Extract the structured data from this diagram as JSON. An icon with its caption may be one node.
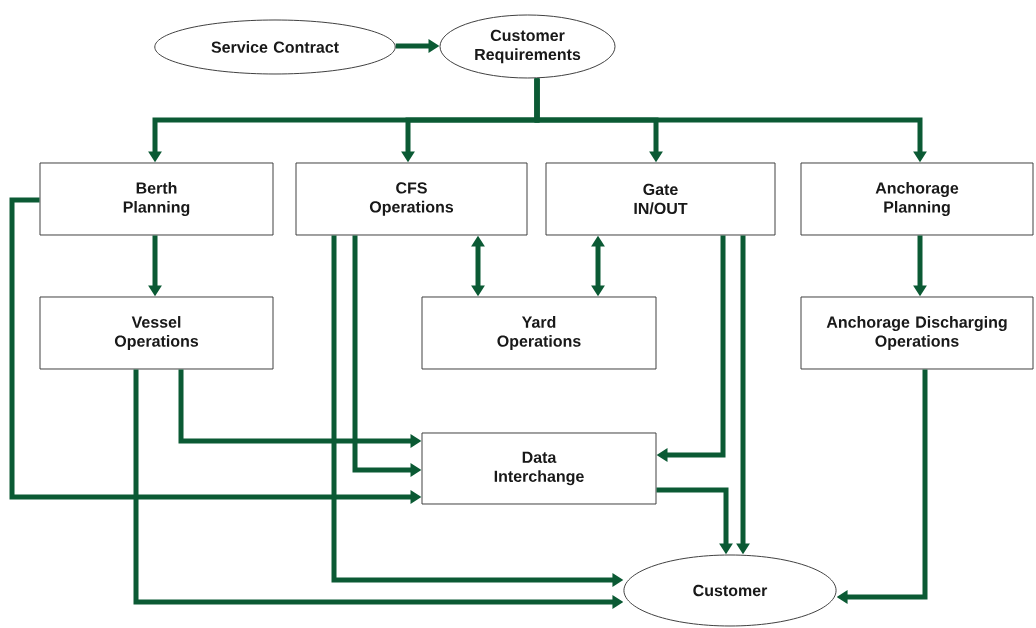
{
  "diagram": {
    "nodes": [
      {
        "text": [
          "Service Contract"
        ]
      },
      {
        "text": [
          "Customer Requirements"
        ]
      },
      {
        "text": [
          "Berth Planning"
        ]
      },
      {
        "text": [
          "CFS Operations"
        ]
      },
      {
        "text": [
          "Gate IN/OUT"
        ]
      },
      {
        "text": [
          "Anchorage Planning"
        ]
      },
      {
        "text": [
          "Vessel Operations"
        ]
      },
      {
        "text": [
          "Yard Operations"
        ]
      },
      {
        "text": [
          "Anchorage Discharging Operations"
        ]
      },
      {
        "text": [
          "Data Interchange"
        ]
      },
      {
        "text": [
          "Customer"
        ]
      }
    ],
    "edges": [
      {
        "from": 0,
        "to": 1,
        "arrow": "to"
      },
      {
        "from": 1,
        "to": 2,
        "arrow": "to"
      },
      {
        "from": 1,
        "to": 3,
        "arrow": "to"
      },
      {
        "from": 1,
        "to": 4,
        "arrow": "to"
      },
      {
        "from": 1,
        "to": 5,
        "arrow": "to"
      },
      {
        "from": 2,
        "to": 6,
        "arrow": "to"
      },
      {
        "from": 3,
        "to": 7,
        "arrow": "both"
      },
      {
        "from": 4,
        "to": 7,
        "arrow": "both"
      },
      {
        "from": 5,
        "to": 8,
        "arrow": "to"
      },
      {
        "from": 2,
        "to": 9,
        "arrow": "to"
      },
      {
        "from": 6,
        "to": 9,
        "arrow": "to"
      },
      {
        "from": 3,
        "to": 9,
        "arrow": "to"
      },
      {
        "from": 4,
        "to": 9,
        "arrow": "to"
      },
      {
        "from": 3,
        "to": 10,
        "arrow": "to"
      },
      {
        "from": 6,
        "to": 10,
        "arrow": "to"
      },
      {
        "from": 4,
        "to": 10,
        "arrow": "to"
      },
      {
        "from": 9,
        "to": 10,
        "arrow": "to"
      },
      {
        "from": 8,
        "to": 10,
        "arrow": "to"
      }
    ]
  }
}
